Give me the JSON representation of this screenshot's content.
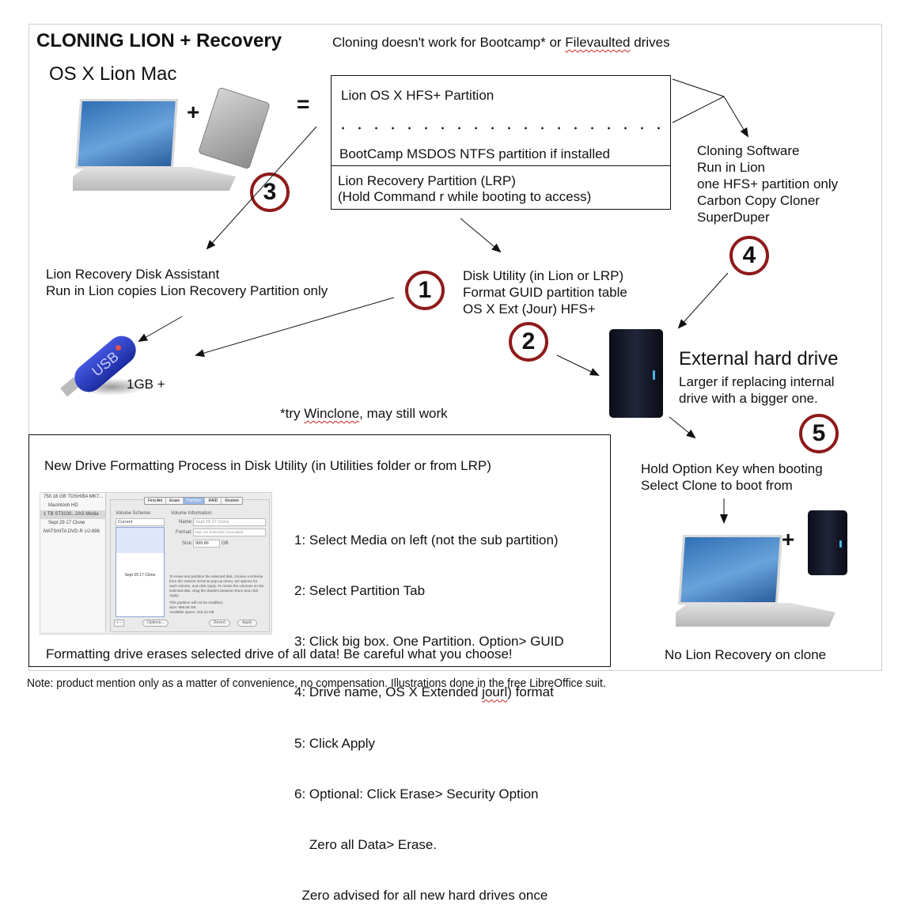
{
  "header": {
    "title": "CLONING LION + Recovery",
    "subtitle_pre": "Cloning doesn't work for Bootcamp* or ",
    "subtitle_word": "Filevaulted",
    "subtitle_post": " drives"
  },
  "source": {
    "label": "OS X Lion Mac",
    "plus": "+",
    "equals": "="
  },
  "partition_box": {
    "lion_partition": "Lion OS X HFS+ Partition",
    "bootcamp_partition": "BootCamp MSDOS  NTFS partition if installed",
    "recovery_line1": "Lion Recovery Partition (LRP)",
    "recovery_line2": "(Hold Command r while booting to access)"
  },
  "cloning_software": {
    "lines": [
      "Cloning Software",
      "Run in Lion",
      "one HFS+ partition only",
      "Carbon Copy Cloner",
      "SuperDuper"
    ]
  },
  "recovery_assistant": {
    "line1": "Lion Recovery Disk Assistant",
    "line2": "Run in Lion copies Lion Recovery Partition only"
  },
  "usb": {
    "label": "USB",
    "size": "1GB +"
  },
  "disk_utility": {
    "lines": [
      "Disk Utility (in Lion or LRP)",
      "Format GUID partition table",
      "OS X Ext (Jour)  HFS+"
    ]
  },
  "steps": {
    "one": "1",
    "two": "2",
    "three": "3",
    "four": "4",
    "five": "5"
  },
  "external_drive": {
    "title": "External hard drive",
    "line1": "Larger if replacing internal",
    "line2": "drive with a bigger one."
  },
  "winclone": {
    "pre": "*try ",
    "word": "Winclone",
    "post": ", may still work"
  },
  "boot": {
    "line1": "Hold Option Key when booting",
    "line2": "Select Clone to boot from",
    "plus": "+",
    "caption": "No Lion Recovery on clone"
  },
  "format_process": {
    "heading": "New Drive Formatting Process in Disk Utility (in Utilities folder or from LRP)",
    "steps": [
      "1: Select Media on left (not the sub partition)",
      "2: Select Partition Tab",
      "3: Click big box. One Partition. Option> GUID",
      "4: Drive name, OS X Extended ",
      "5: Click Apply",
      "6: Optional: Click Erase> Security Option",
      "    Zero all Data> Erase.",
      "  Zero advised for all new hard drives once"
    ],
    "step4_word": "jourl",
    "step4_post": ") format",
    "warning": "Formatting drive erases selected drive of all data! Be careful what you choose!"
  },
  "disk_utility_window": {
    "sidebar": [
      "750.16 GB TOSHIBA MK7...",
      "Macintosh HD",
      "1 TB ST3100...2AS Media",
      "Sept 29 17 Clone",
      "MATSHITA DVD-R UJ-898"
    ],
    "tabs": [
      "First Aid",
      "Erase",
      "Partition",
      "RAID",
      "Restore"
    ],
    "active_tab": "Partition",
    "volume_scheme_label": "Volume Scheme:",
    "volume_scheme_value": "Current",
    "volume_info_label": "Volume Information",
    "name_label": "Name:",
    "name_value": "Sept 29 17 Clone",
    "format_label": "Format:",
    "format_value": "Mac OS Extended (Journaled)",
    "size_label": "Size:",
    "size_value": "999.86",
    "size_unit": "GB",
    "partition_name": "Sept 29 17 Clone",
    "description": "To erase and partition the selected disk, choose a scheme from the Volume Scheme pop-up menu, set options for each volume, and click Apply. To resize the volumes on the selected disk, drag the dividers between them and click Apply.",
    "status1": "This partition will not be modified.",
    "status2": "Size: 999.86 GB",
    "status3": "Available space: 215.15 GB",
    "add_remove": "+ −",
    "options_button": "Options...",
    "revert_button": "Revert",
    "apply_button": "Apply"
  },
  "footer": {
    "note": "Note: product mention only as a matter of convenience, no compensation. Illustrations done in the free LibreOffice suit."
  },
  "colors": {
    "step_circle": "#8e1a1a",
    "screen_blue": "#4a86c8",
    "usb_blue": "#2b3fc0"
  }
}
